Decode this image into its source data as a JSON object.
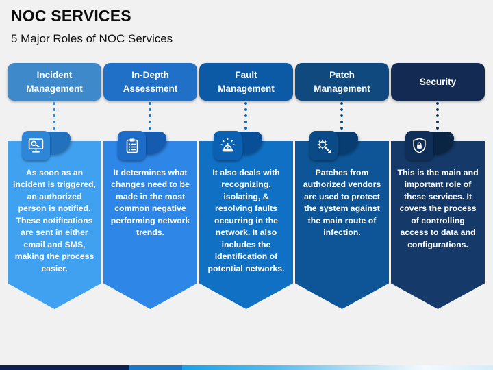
{
  "slide": {
    "title": "NOC SERVICES",
    "subtitle": "5 Major Roles of NOC Services",
    "background_color": "#f1f1f2"
  },
  "columns": [
    {
      "title": "Incident Management",
      "description": "As soon as an incident is triggered, an authorized person is notified. These notifications are sent in either email and SMS, making the process easier.",
      "icon": "monitor-search-icon",
      "colors": {
        "header": "#3d89c9",
        "panel": "#41a1f1",
        "badge": "#2e86d8",
        "flap": "#2271bd"
      }
    },
    {
      "title": "In-Depth Assessment",
      "description": "It determines what changes need to be made in the most common negative performing network trends.",
      "icon": "clipboard-checklist-icon",
      "colors": {
        "header": "#1f70c6",
        "panel": "#2e86e6",
        "badge": "#1c6cc8",
        "flap": "#155cb0"
      }
    },
    {
      "title": "Fault Management",
      "description": "It also deals with recognizing, isolating, & resolving faults occurring in the network. It also includes the identification of potential networks.",
      "icon": "alarm-siren-icon",
      "colors": {
        "header": "#0c59a6",
        "panel": "#1070c4",
        "badge": "#0b60b2",
        "flap": "#084f98"
      }
    },
    {
      "title": "Patch Management",
      "description": "Patches from authorized vendors are used to protect the system against the main route of infection.",
      "icon": "gear-wrench-icon",
      "colors": {
        "header": "#10497e",
        "panel": "#0d5596",
        "badge": "#0a4a86",
        "flap": "#073d70"
      }
    },
    {
      "title": "Security",
      "description": "This is the main and important role of these services. It covers the process of controlling access to data and configurations.",
      "icon": "shield-lock-icon",
      "colors": {
        "header": "#132b52",
        "panel": "#153a69",
        "badge": "#102f58",
        "flap": "#0a2444"
      }
    }
  ],
  "footer_bar": {
    "segments": [
      {
        "color": "#0d2050"
      },
      {
        "color": "#1b78c8"
      },
      {
        "color": "linear-gradient #17a2e8 to #d4edf9"
      }
    ]
  }
}
